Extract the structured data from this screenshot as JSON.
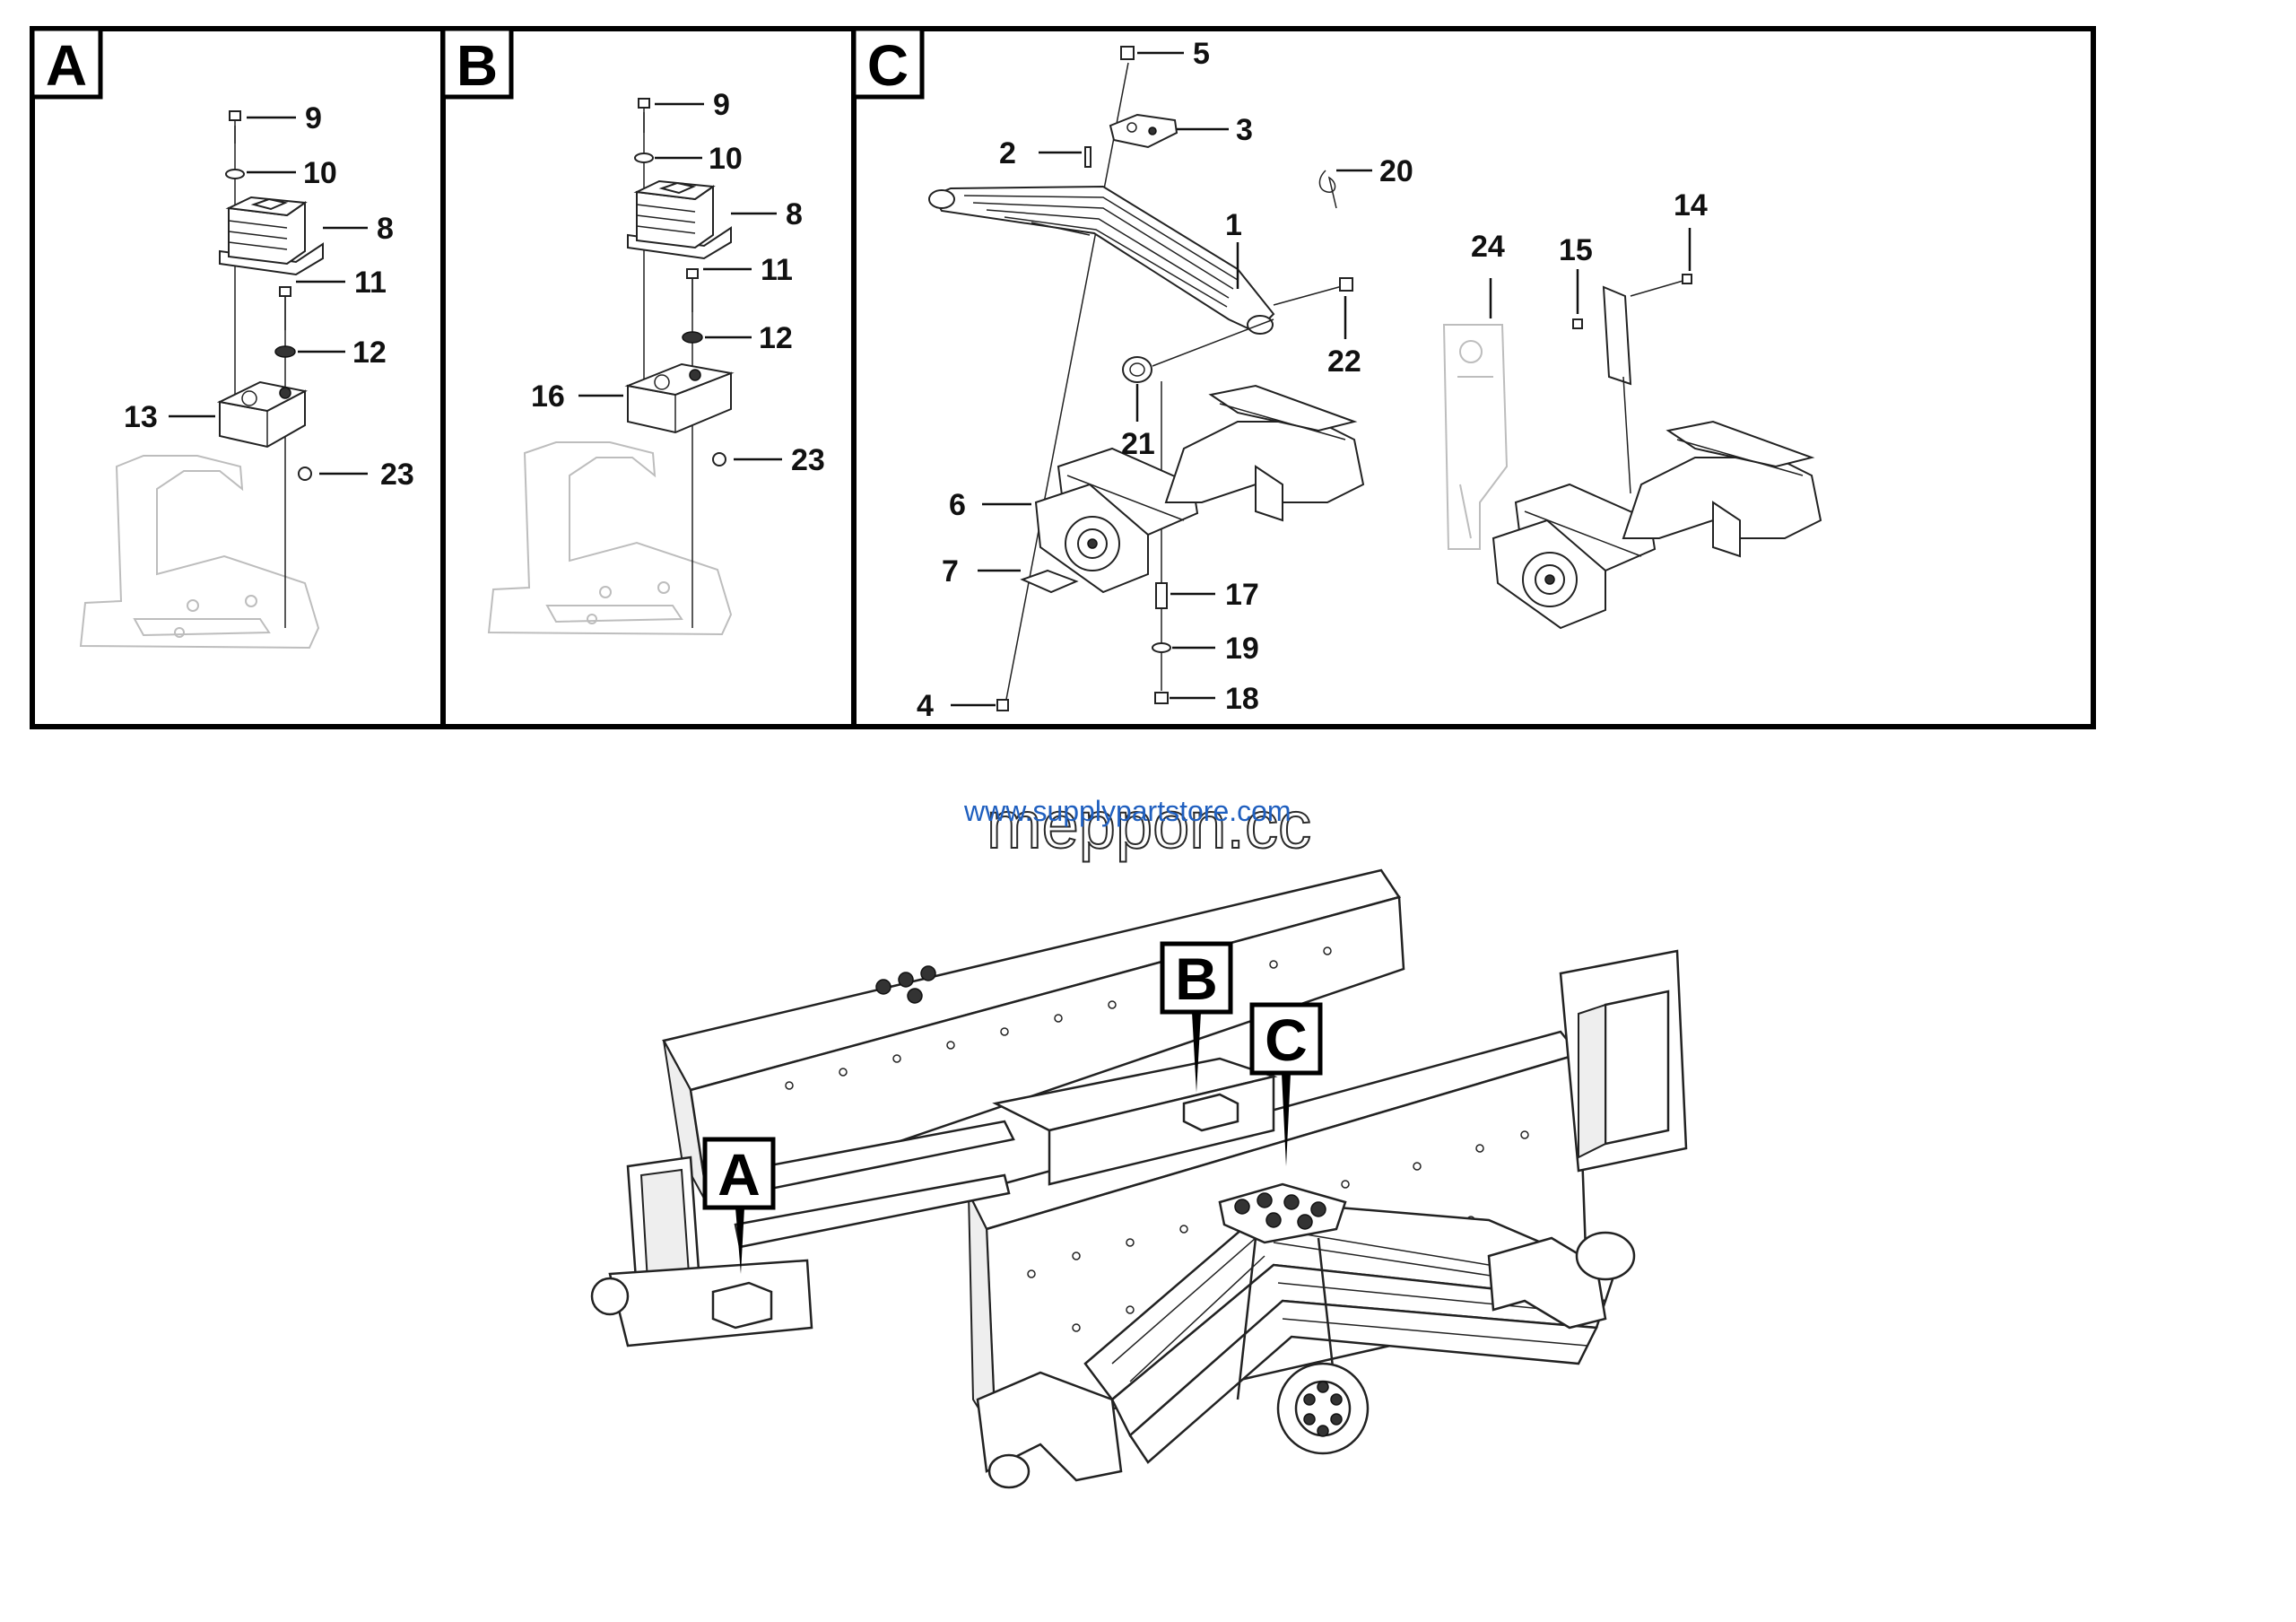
{
  "panels": [
    {
      "letter": "A",
      "callouts": [
        "9",
        "10",
        "8",
        "11",
        "12",
        "13",
        "23"
      ]
    },
    {
      "letter": "B",
      "callouts": [
        "9",
        "10",
        "8",
        "11",
        "12",
        "16",
        "23"
      ]
    },
    {
      "letter": "C",
      "callouts": [
        "5",
        "3",
        "2",
        "20",
        "1",
        "22",
        "21",
        "6",
        "7",
        "17",
        "19",
        "18",
        "4",
        "24",
        "15",
        "14"
      ]
    }
  ],
  "overview": {
    "markers": [
      "A",
      "B",
      "C"
    ]
  },
  "watermark": {
    "url": "www.supplypartstore.com",
    "logo": "meppon.cc"
  }
}
